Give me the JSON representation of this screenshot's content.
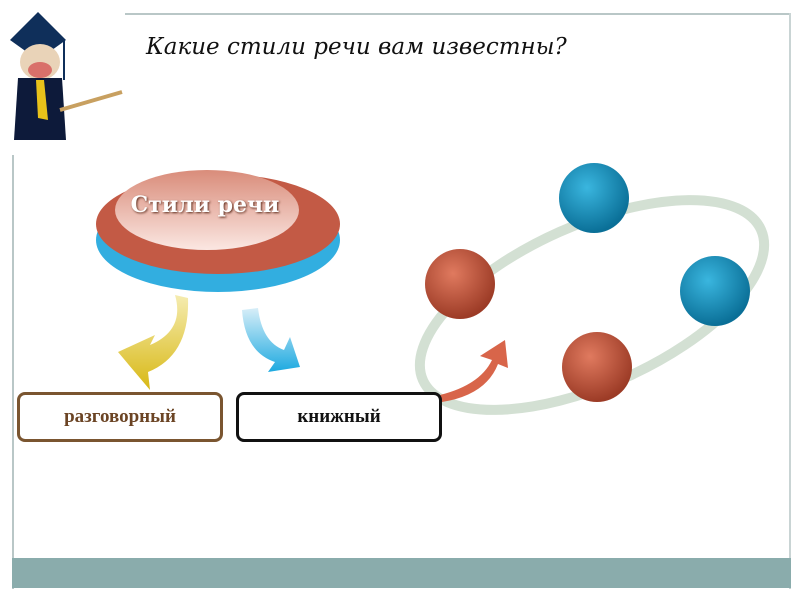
{
  "slide": {
    "title": "Какие стили речи вам известны?",
    "center_node": "Стили речи",
    "branches": [
      "разговорный",
      "книжный"
    ],
    "colors": {
      "frame": "#b9c7c7",
      "bottom_bar": "#8aacac",
      "red_node": "#b5523a",
      "blue_node": "#1a8fb8"
    }
  }
}
